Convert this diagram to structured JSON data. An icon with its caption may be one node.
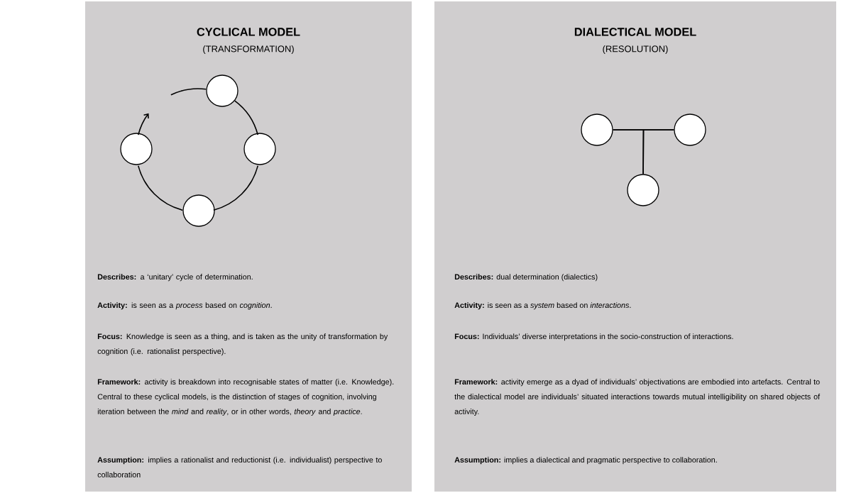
{
  "diagram": {
    "nodes": [
      {
        "text": [
          "CYCLICAL MODEL",
          "(TRANSFORMATION)",
          "**Describes:** a ‘unitary’ cycle of determination.",
          "**Activity:** is seen as a *process* based on *cognition*.",
          "**Focus:** Knowledge is seen as a thing, and is taken as the unity of transformation by cognition (i.e. rationalist perspective).",
          "**Framework:** activity is breakdown into recognisable states of matter (i.e. Knowledge).  Central to these cyclical models, is the distinction of stages of cognition, involving iteration between the *mind* and *reality*, or in other words, *theory* and *practice*.",
          "**Assumption:** implies a rationalist and reductionist (i.e. individualist) perspective to collaboration"
        ]
      },
      {
        "text": [],
        "shape": "circle",
        "in": 0
      },
      {
        "text": [],
        "shape": "circle",
        "in": 0
      },
      {
        "text": [],
        "shape": "circle",
        "in": 0
      },
      {
        "text": [],
        "shape": "circle",
        "in": 0
      },
      {
        "text": [
          "DIALECTICAL MODEL",
          "(RESOLUTION)",
          "**Describes:** dual determination (dialectics)",
          "**Activity:** is seen as a *system* based on *interactions*.",
          "**Focus:** Individuals’ diverse interpretations in the socio-construction of interactions.",
          "**Framework:** activity emerge as a dyad of individuals’ objectivations are embodied into artefacts. Central to the dialectical model are individuals’ situated interactions towards mutual intelligibility on shared objects of activity.",
          "**Assumption:** implies a dialectical and pragmatic perspective to collaboration."
        ]
      },
      {
        "text": [],
        "shape": "circle",
        "in": 5
      },
      {
        "text": [],
        "shape": "circle",
        "in": 5
      },
      {
        "text": [],
        "shape": "circle",
        "in": 5
      }
    ],
    "edges": [
      {
        "from": 1,
        "to": 2,
        "arrow": "none"
      },
      {
        "from": 2,
        "to": 3,
        "arrow": "none"
      },
      {
        "from": 3,
        "to": 4,
        "arrow": "none"
      },
      {
        "from": null,
        "to": 1,
        "arrow": "none"
      },
      {
        "from": 4,
        "to": null,
        "arrow": "to"
      },
      {
        "from": 6,
        "to": 7,
        "arrow": "none"
      },
      {
        "from": 6,
        "to": 8,
        "arrow": "none"
      },
      {
        "from": 7,
        "to": 8,
        "arrow": "none"
      }
    ]
  }
}
